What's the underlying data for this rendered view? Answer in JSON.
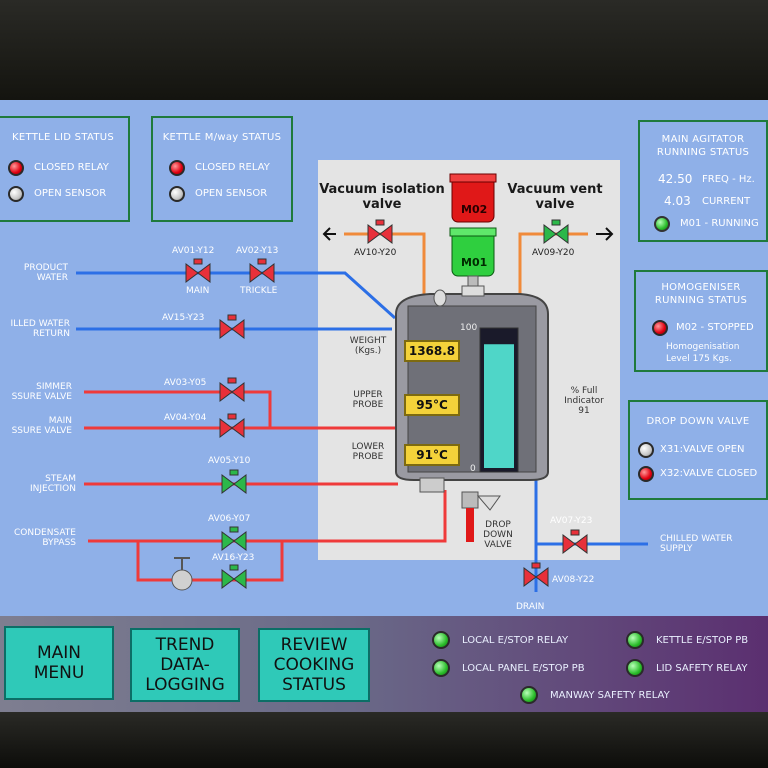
{
  "kettle_lid": {
    "title": "KETTLE LID STATUS",
    "items": [
      {
        "label": "CLOSED RELAY",
        "color": "#e00010"
      },
      {
        "label": "OPEN SENSOR",
        "color": "#c8c8c8"
      }
    ]
  },
  "kettle_manway": {
    "title": "KETTLE M/way STATUS",
    "items": [
      {
        "label": "CLOSED RELAY",
        "color": "#e00010"
      },
      {
        "label": "OPEN SENSOR",
        "color": "#c8c8c8"
      }
    ]
  },
  "main_agitator": {
    "title_line1": "MAIN AGITATOR",
    "title_line2": "RUNNING STATUS",
    "freq_value": "42.50",
    "freq_unit": "FREQ - Hz.",
    "current_value": "4.03",
    "current_unit": "CURRENT",
    "status_label": "M01 - RUNNING"
  },
  "homogeniser": {
    "title_line1": "HOMOGENISER",
    "title_line2": "RUNNING STATUS",
    "status_label": "M02 - STOPPED",
    "level_line1": "Homogenisation",
    "level_line2": "Level  175 Kgs."
  },
  "drop_down_valve": {
    "title": "DROP DOWN VALVE",
    "items": [
      {
        "label": "X31:VALVE OPEN",
        "color": "#c8c8c8"
      },
      {
        "label": "X32:VALVE CLOSED",
        "color": "#e00010"
      }
    ]
  },
  "lines": {
    "product_water": [
      "PRODUCT",
      "WATER"
    ],
    "chilled_return": [
      "ILLED WATER",
      "RETURN"
    ],
    "simmer": [
      "SIMMER",
      "SSURE VALVE"
    ],
    "main_pressure": [
      "MAIN",
      "SSURE VALVE"
    ],
    "steam": [
      "STEAM",
      "INJECTION"
    ],
    "condensate": [
      "CONDENSATE",
      "BYPASS"
    ],
    "chilled_supply": [
      "CHILLED WATER",
      "SUPPLY"
    ],
    "drain": "DRAIN"
  },
  "valves": {
    "av01": "AV01-Y12",
    "av01_sub": "MAIN",
    "av02": "AV02-Y13",
    "av02_sub": "TRICKLE",
    "av15": "AV15-Y23",
    "av03": "AV03-Y05",
    "av04": "AV04-Y04",
    "av05": "AV05-Y10",
    "av06": "AV06-Y07",
    "av16": "AV16-Y23",
    "av07": "AV07-Y23",
    "av08": "AV08-Y22",
    "av09": "AV09-Y20",
    "av10": "AV10-Y20"
  },
  "vessel": {
    "vac_iso_line1": "Vacuum isolation",
    "vac_iso_line2": "valve",
    "vac_vent_line1": "Vacuum vent",
    "vac_vent_line2": "valve",
    "motor_top": "M02",
    "motor_bottom": "M01",
    "weight_label1": "WEIGHT",
    "weight_label2": "(Kgs.)",
    "weight_value": "1368.8",
    "upper_label1": "UPPER",
    "upper_label2": "PROBE",
    "upper_value": "95",
    "lower_label1": "LOWER",
    "lower_label2": "PROBE",
    "lower_value": "91",
    "degree_unit": "°C",
    "scale_top": "100",
    "scale_bottom": "0",
    "fill_fraction": 0.91,
    "pct_label1": "% Full",
    "pct_label2": "Indicator",
    "pct_value": "91",
    "drop_label1": "DROP",
    "drop_label2": "DOWN",
    "drop_label3": "VALVE"
  },
  "buttons": {
    "main_menu": [
      "MAIN",
      "MENU"
    ],
    "trend": [
      "TREND",
      "DATA-",
      "LOGGING"
    ],
    "review": [
      "REVIEW",
      "COOKING",
      "STATUS"
    ]
  },
  "safety": {
    "local_estop": "LOCAL E/STOP RELAY",
    "local_panel": "LOCAL PANEL E/STOP PB",
    "kettle_estop": "KETTLE E/STOP PB",
    "lid_safety": "LID SAFETY RELAY",
    "manway_safety": "MANWAY SAFETY RELAY"
  },
  "colors": {
    "screen_bg": "#8fb0e8",
    "panel_border": "#1f7a3c",
    "water_pipe": "#2c6fe6",
    "steam_pipe": "#ef3a3a",
    "vacuum_pipe": "#f08a3a",
    "valve_red": "#e8303a",
    "valve_green": "#2cb84a",
    "liquid": "#4fd6c8",
    "readout": "#f4d23a",
    "button": "#2fc9b8"
  }
}
